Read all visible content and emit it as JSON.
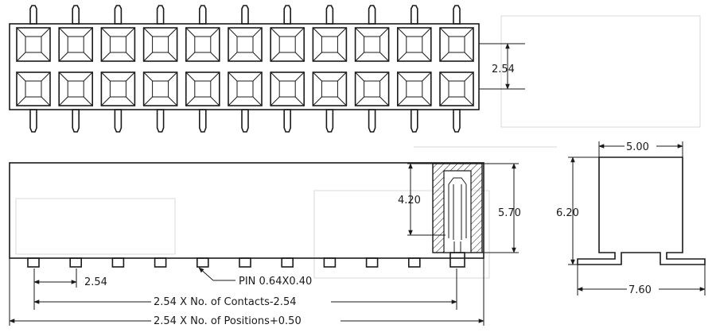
{
  "top_view": {
    "pitch_label": "2.54",
    "columns": 11,
    "rows": 2
  },
  "front_view": {
    "pitch_label": "2.54",
    "pin_label": "PIN  0.64X0.40",
    "contacts_label": "2.54  X  No.  of  Contacts-2.54",
    "positions_label": "2.54  X  No.  of  Positions+0.50",
    "pin_count": 11
  },
  "section_view": {
    "contact_depth_label": "4.20",
    "body_height_label": "5.70"
  },
  "side_view": {
    "width_label": "5.00",
    "height_label": "6.20",
    "footprint_label": "7.60"
  }
}
